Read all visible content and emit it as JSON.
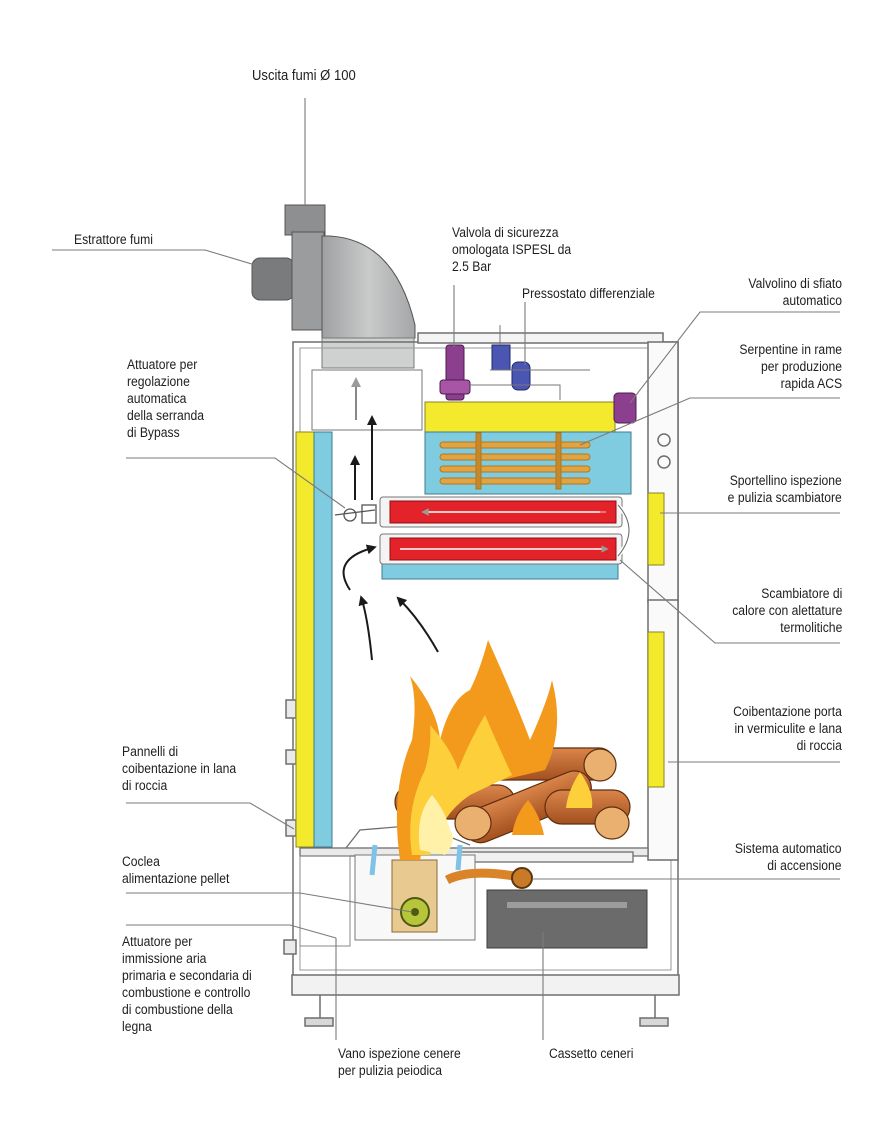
{
  "labels": {
    "flue_outlet": "Uscita fumi  Ø 100",
    "flue_extractor": "Estrattore fumi",
    "safety_valve": [
      "Valvola di sicurezza",
      "omologata ISPESL da",
      "2.5 Bar"
    ],
    "pressure_switch": "Pressostato differenziale",
    "air_vent": [
      "Valvolino di sfiato",
      "automatico"
    ],
    "copper_coil": [
      "Serpentine in rame",
      "per produzione",
      "rapida ACS"
    ],
    "bypass_actuator": [
      "Attuatore per",
      "regolazione",
      "automatica",
      "della serranda",
      "di Bypass"
    ],
    "inspection_door": [
      "Sportellino ispezione",
      "e pulizia scambiatore"
    ],
    "heat_exchanger": [
      "Scambiatore di",
      "calore con alettature",
      "termolitiche"
    ],
    "door_insulation": [
      "Coibentazione porta",
      "in vermiculite e lana",
      "di roccia"
    ],
    "insulation_panels": [
      "Pannelli di",
      "coibentazione in lana",
      "di roccia"
    ],
    "ignition": [
      "Sistema automatico",
      "di accensione"
    ],
    "pellet_auger": [
      "Coclea",
      "alimentazione pellet"
    ],
    "air_actuator": [
      "Attuatore per",
      "immissione aria",
      "primaria e secondaria di",
      "combustione e controllo",
      "di combustione della",
      "legna"
    ],
    "ash_inspection": [
      "Vano ispezione cenere",
      "per pulizia peiodica"
    ],
    "ash_drawer": "Cassetto ceneri"
  },
  "colors": {
    "insulation_yellow": "#f3ea2e",
    "water_jacket_blue": "#7fcbe0",
    "exchanger_red": "#e3222a",
    "copper_coil": "#d99a2c",
    "flue_grey": "#b9babb",
    "flame_orange": "#f39a1c",
    "log_brown": "#c66a2e",
    "valve_purple": "#8c3f8f",
    "switch_blue": "#4b55b2",
    "pellet_tan": "#e8c98f",
    "auger_green": "#b6c53a",
    "ash_drawer_grey": "#6b6b6b",
    "leader_line": "#7b7b7b"
  }
}
